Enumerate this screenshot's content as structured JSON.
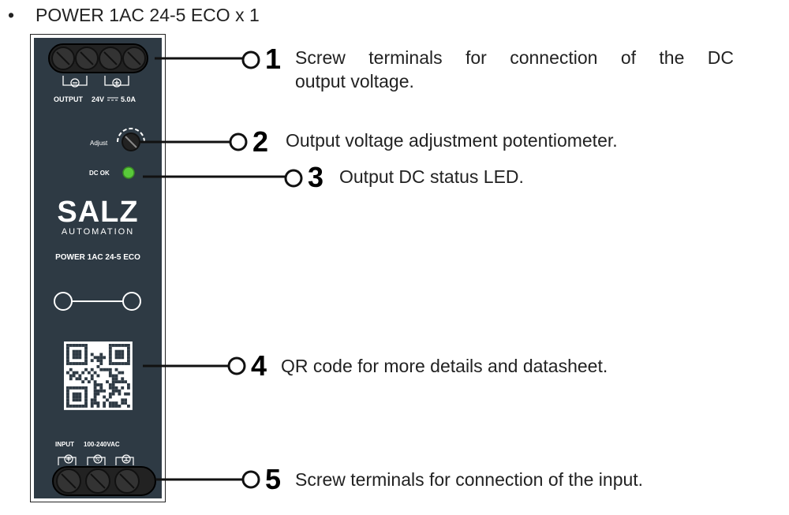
{
  "header": {
    "bullet": "•",
    "title": "POWER 1AC 24-5 ECO x 1"
  },
  "device": {
    "output_label": "OUTPUT",
    "output_rating": "24V",
    "output_current": "5.0A",
    "adjust_label": "Adjust",
    "dc_ok_label": "DC OK",
    "brand": "SALZ",
    "brand_sub": "AUTOMATION",
    "model": "POWER 1AC 24-5 ECO",
    "input_label": "INPUT",
    "input_rating": "100-240VAC"
  },
  "callouts": [
    {
      "number": "1",
      "line1": "Screw terminals for connection of the DC",
      "line2": "output voltage."
    },
    {
      "number": "2",
      "line1": "Output voltage adjustment potentiometer."
    },
    {
      "number": "3",
      "line1": "Output DC status LED."
    },
    {
      "number": "4",
      "line1": "QR code for more details and datasheet."
    },
    {
      "number": "5",
      "line1": "Screw terminals for connection of the input."
    }
  ],
  "colors": {
    "panel": "#2e3a44",
    "led": "#59c93a",
    "ink": "#111111"
  }
}
